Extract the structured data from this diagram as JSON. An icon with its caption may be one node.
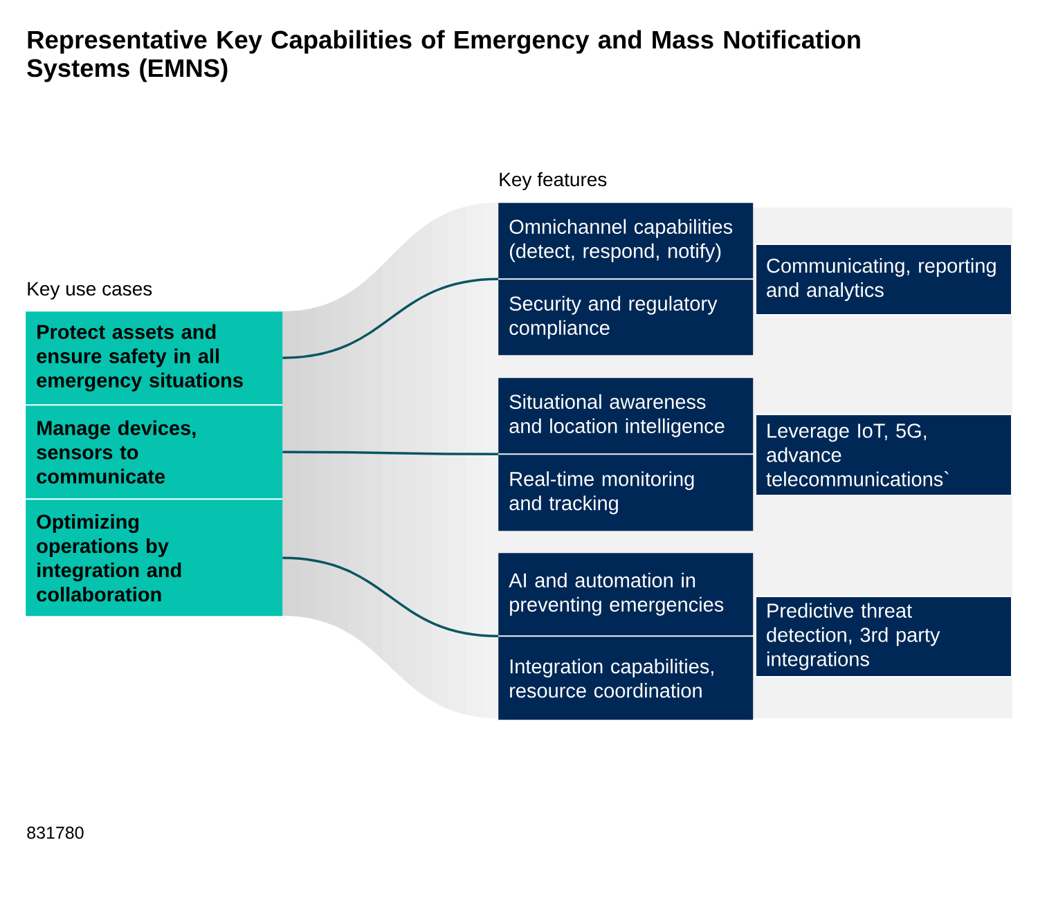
{
  "diagram": {
    "title": "Representative Key Capabilities of Emergency and Mass Notification Systems (EMNS)",
    "nodes": [
      {
        "text": [
          "Protect assets and ensure safety in all emergency situations"
        ]
      },
      {
        "text": [
          "Manage devices, sensors to communicate"
        ]
      },
      {
        "text": [
          "Optimizing operations by integration and collaboration"
        ]
      },
      {
        "text": [
          "Omnichannel capabilities (detect, respond, notify)"
        ]
      },
      {
        "text": [
          "Security and regulatory compliance"
        ]
      },
      {
        "text": [
          "Situational awareness and location intelligence"
        ]
      },
      {
        "text": [
          "Real-time monitoring and tracking"
        ]
      },
      {
        "text": [
          "AI and automation in preventing emergencies"
        ]
      },
      {
        "text": [
          "Integration capabilities, resource coordination"
        ]
      },
      {
        "text": [
          "Communicating, reporting and analytics"
        ]
      },
      {
        "text": [
          "Leverage IoT, 5G, advance telecommunications`"
        ]
      },
      {
        "text": [
          "Predictive threat detection, 3rd party integrations"
        ]
      }
    ],
    "edges": [
      {
        "from": 0,
        "to": 3,
        "arrow": "none"
      },
      {
        "from": 0,
        "to": 4,
        "arrow": "none"
      },
      {
        "from": 1,
        "to": 5,
        "arrow": "none"
      },
      {
        "from": 1,
        "to": 6,
        "arrow": "none"
      },
      {
        "from": 2,
        "to": 7,
        "arrow": "none"
      },
      {
        "from": 2,
        "to": 8,
        "arrow": "none"
      }
    ],
    "labels": [
      "Key features",
      "Key use cases",
      "831780"
    ]
  }
}
